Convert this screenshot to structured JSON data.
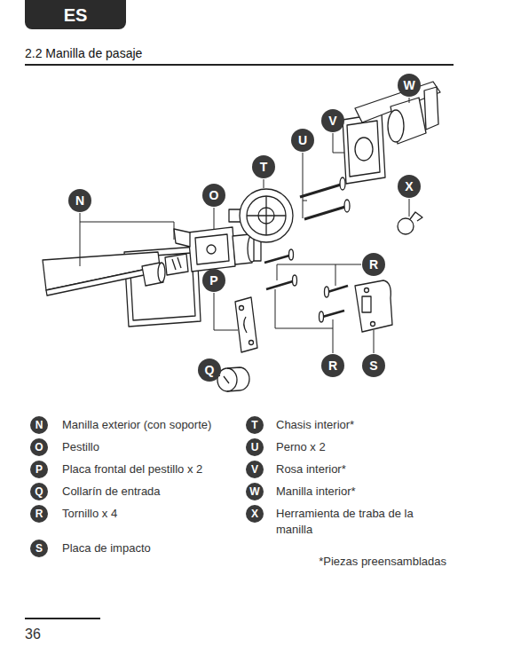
{
  "diagram": {
    "title": "2.2 Manilla de pasaje",
    "nodes": [
      {
        "text": [
          "ES"
        ]
      },
      {
        "text": [
          "W"
        ]
      },
      {
        "text": [
          "V"
        ]
      },
      {
        "text": [
          "U"
        ]
      },
      {
        "text": [
          "T"
        ]
      },
      {
        "text": [
          "X"
        ]
      },
      {
        "text": [
          "N"
        ]
      },
      {
        "text": [
          "O"
        ]
      },
      {
        "text": [
          "R"
        ]
      },
      {
        "text": [
          "P"
        ]
      },
      {
        "text": [
          "Q"
        ]
      },
      {
        "text": [
          "R"
        ]
      },
      {
        "text": [
          "S"
        ]
      },
      {
        "text": [
          "N"
        ]
      },
      {
        "text": [
          "O"
        ]
      },
      {
        "text": [
          "P"
        ]
      },
      {
        "text": [
          "Q"
        ]
      },
      {
        "text": [
          "R"
        ]
      },
      {
        "text": [
          "S"
        ]
      },
      {
        "text": [
          "T"
        ]
      },
      {
        "text": [
          "U"
        ]
      },
      {
        "text": [
          "V"
        ]
      },
      {
        "text": [
          "W"
        ]
      },
      {
        "text": [
          "X"
        ]
      }
    ],
    "labels": [
      "Manilla exterior (con soporte)",
      "Pestillo",
      "Placa frontal del pestillo x 2",
      "Collarín de entrada",
      "Tornillo x 4",
      "Placa de impacto",
      "Chasis interior*",
      "Perno x 2",
      "Rosa interior*",
      "Manilla interior*",
      "Herramienta de traba de la manilla",
      "*Piezas preensambladas",
      "36"
    ]
  }
}
